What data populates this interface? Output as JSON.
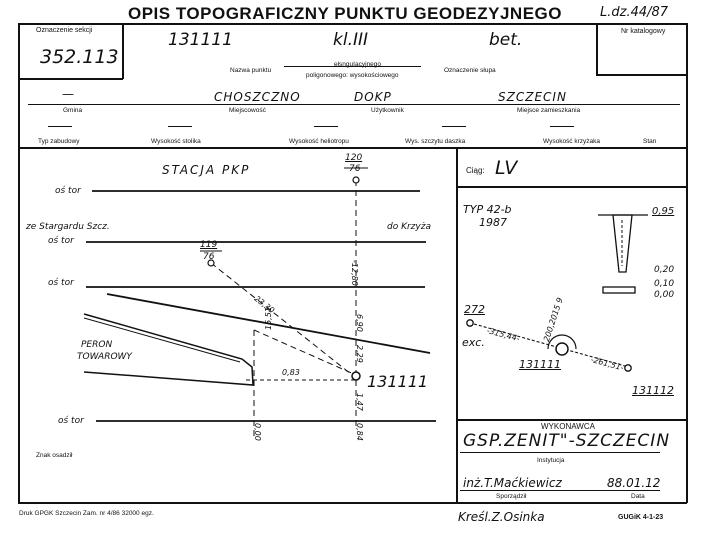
{
  "header": {
    "title": "OPIS TOPOGRAFICZNY PUNKTU GEODEZYJNEGO",
    "form_ref": "L.dz.44/87"
  },
  "section": {
    "label": "Oznaczenie sekcji",
    "value": "352.113",
    "catalog_label": "Nr katalogowy"
  },
  "point": {
    "name": "131111",
    "class": "kl.III",
    "post": "bet.",
    "name_label": "Nazwa punktu",
    "type_top": "ełsnguIacyjnego",
    "type_bottom": "poligonowego: wysokościowego",
    "post_label": "Oznaczenie słupa"
  },
  "location": {
    "gmina_value": "—",
    "gmina_label": "Gmina",
    "miejscowosc_value": "CHOSZCZNO",
    "miejscowosc_label": "Miejscowość",
    "uzytkownik_value": "DOKP",
    "uzytkownik_label": "Użytkownik",
    "miejsce_value": "SZCZECIN",
    "miejsce_label": "Miejsce zamieszkania"
  },
  "attributes": {
    "labels": [
      "Typ zabudowy",
      "Wysokość stolika",
      "Wysokość heliotropu",
      "Wys. szczytu daszka",
      "Wysokość krzyżaka",
      "Stan"
    ]
  },
  "sketch": {
    "station": "STACJA PKP",
    "track": "oś tor",
    "from_stargard": "ze Stargardu Szcz.",
    "to_krzyz": "do Krzyża",
    "platform1": "PERON",
    "platform2": "TOWAROWY",
    "pt_top_num": "120",
    "pt_top_den": "76",
    "pt_left_num": "119",
    "pt_left_den": "76",
    "point_label": "131111",
    "d1": "-12,80",
    "d2": "23,30",
    "d3": "15,51",
    "d4": "6,90",
    "d5": "2,29",
    "d6": "0,83",
    "d7": "1,47",
    "d8": "0,00",
    "d9": "0,84",
    "znak_label": "Znak osadził"
  },
  "ciag": {
    "label": "Ciąg:",
    "value": "LV"
  },
  "marker": {
    "type": "TYP 42-b",
    "year": "1987",
    "h1": "0,95",
    "h2": "0,20",
    "h3": "0,10",
    "h4": "0,00",
    "p272": "272",
    "exc": "exc.",
    "dist1": "-315,44-",
    "angle": "200,2015 9",
    "dist2": "-261,51-",
    "p131111": "131111",
    "p131112": "131112"
  },
  "executor": {
    "label": "WYKONAWCA",
    "value": "GSP.ZENIT\"-SZCZECIN",
    "inst_label": "Instytucja",
    "person": "inż.T.Maćkiewicz",
    "date": "88.01.12",
    "person_label": "Sporządził",
    "date_label": "Data"
  },
  "footer": {
    "print": "Druk GPGK Szczecin Zam. nr 4/86   32000 egz.",
    "drafted": "Kreśl.Z.Osinka",
    "code": "GUGiK 4-1-23"
  }
}
